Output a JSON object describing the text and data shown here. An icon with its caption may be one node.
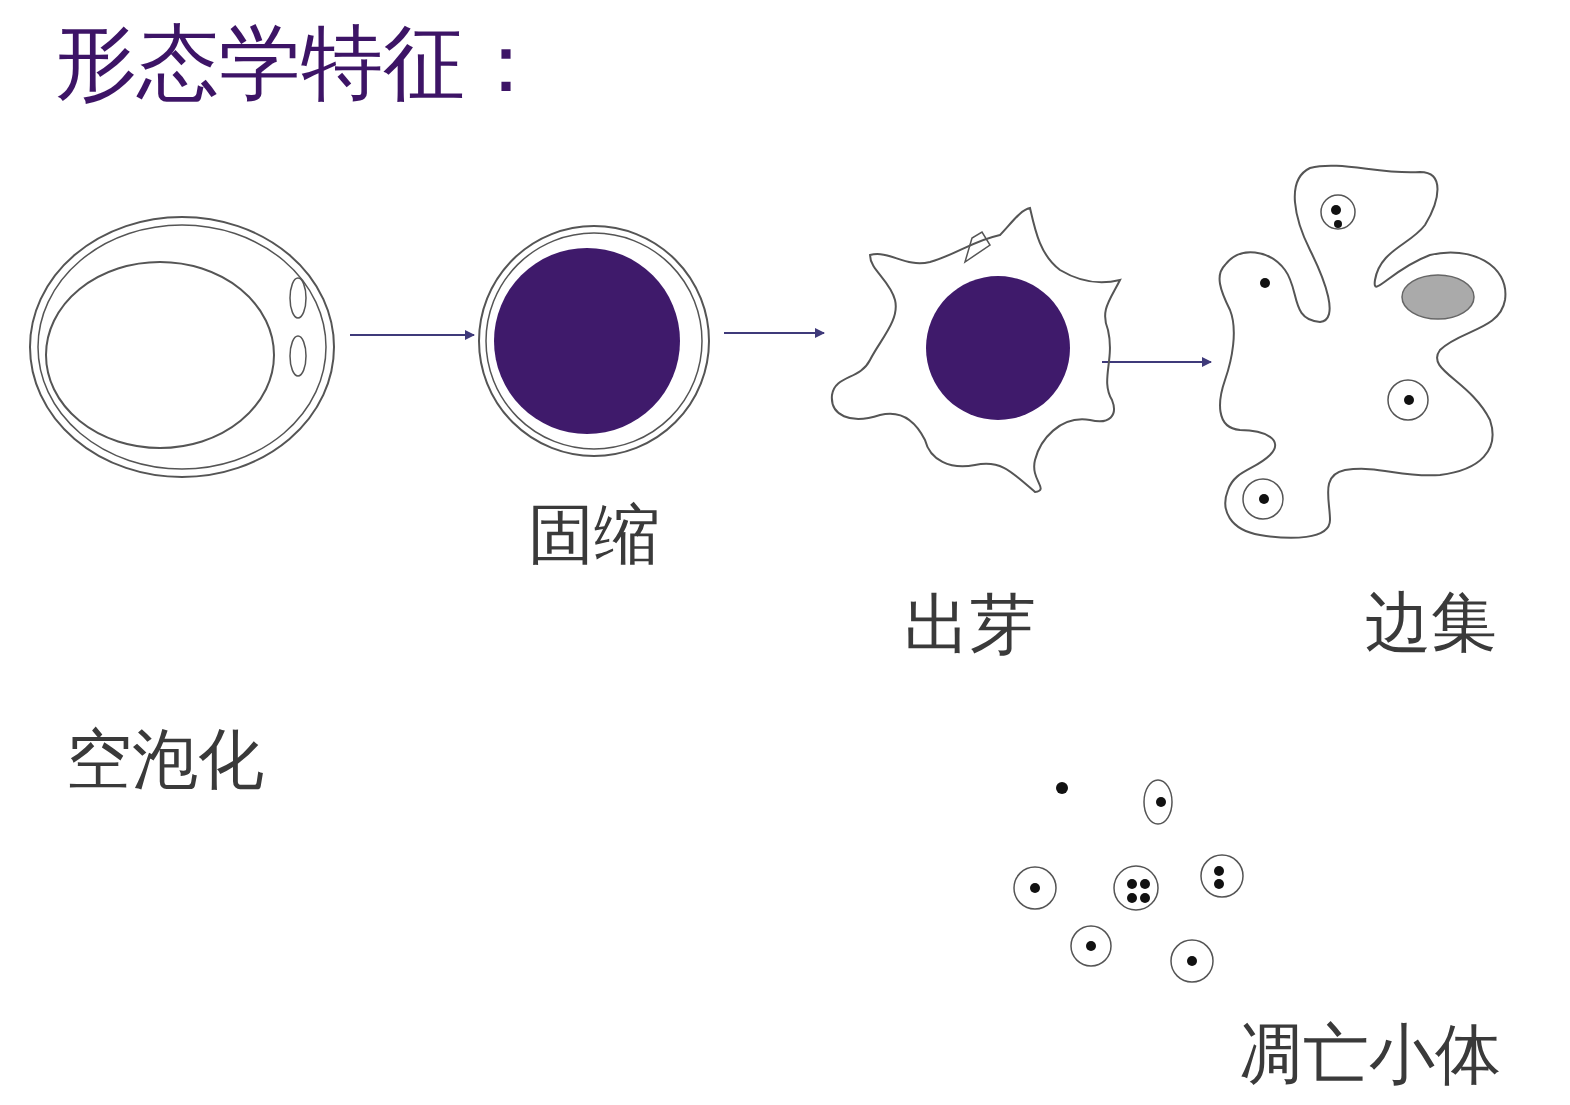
{
  "diagram": {
    "title": "形态学特征：",
    "nodes": [
      {
        "text": [
          "空泡化"
        ]
      },
      {
        "text": [
          "固缩"
        ]
      },
      {
        "text": [
          "出芽"
        ]
      },
      {
        "text": [
          "边集"
        ]
      },
      {
        "text": [
          "凋亡小体"
        ]
      }
    ],
    "edges": [
      {
        "from": 0,
        "to": 1,
        "arrow": "to"
      },
      {
        "from": 1,
        "to": 2,
        "arrow": "to"
      },
      {
        "from": 2,
        "to": 3,
        "arrow": "to"
      }
    ]
  }
}
